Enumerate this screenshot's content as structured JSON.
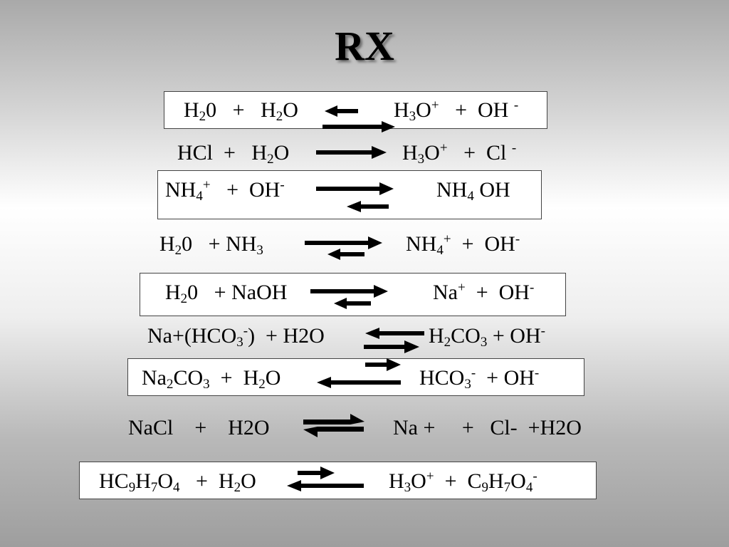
{
  "title": "RX",
  "lines": [
    {
      "lhs": [
        "H",
        {
          "sub": "2"
        },
        "0   +   H",
        {
          "sub": "2"
        },
        "O"
      ],
      "rhs": [
        "H",
        {
          "sub": "3"
        },
        "O",
        {
          "sup": "+"
        },
        "   +  OH ",
        {
          "sup": "-"
        }
      ]
    },
    {
      "lhs": [
        "HCl  +   H",
        {
          "sub": "2"
        },
        "O"
      ],
      "rhs": [
        "H",
        {
          "sub": "3"
        },
        "O",
        {
          "sup": "+"
        },
        "   +  Cl ",
        {
          "sup": "-"
        }
      ]
    },
    {
      "lhs": [
        "NH",
        {
          "sub": "4"
        },
        {
          "sup": "+"
        },
        "   +  OH",
        {
          "sup": "-"
        }
      ],
      "rhs": [
        "NH",
        {
          "sub": "4"
        },
        " OH"
      ]
    },
    {
      "lhs": [
        "H",
        {
          "sub": "2"
        },
        "0   + NH",
        {
          "sub": "3"
        }
      ],
      "rhs": [
        "NH",
        {
          "sub": "4"
        },
        {
          "sup": "+"
        },
        "  +  OH",
        {
          "sup": "-"
        }
      ]
    },
    {
      "lhs": [
        "H",
        {
          "sub": "2"
        },
        "0   + NaOH"
      ],
      "rhs": [
        "Na",
        {
          "sup": "+"
        },
        "  +  OH",
        {
          "sup": "-"
        }
      ]
    },
    {
      "lhs": [
        "Na+(HCO",
        {
          "sub": "3"
        },
        {
          "sup": "-"
        },
        ")  + H2O"
      ],
      "rhs": [
        "H",
        {
          "sub": "2"
        },
        "CO",
        {
          "sub": "3"
        },
        " + OH",
        {
          "sup": "-"
        }
      ]
    },
    {
      "lhs": [
        "Na",
        {
          "sub": "2"
        },
        "CO",
        {
          "sub": "3"
        },
        "  +  H",
        {
          "sub": "2"
        },
        "O"
      ],
      "rhs": [
        "HCO",
        {
          "sub": "3"
        },
        {
          "sup": "-"
        },
        "  + OH",
        {
          "sup": "-"
        }
      ]
    },
    {
      "lhs": [
        "NaCl    +    H2O"
      ],
      "rhs": [
        "Na +     +   Cl-  +H2O"
      ]
    },
    {
      "lhs": [
        "HC",
        {
          "sub": "9"
        },
        "H",
        {
          "sub": "7"
        },
        "O",
        {
          "sub": "4"
        },
        "   +  H",
        {
          "sub": "2"
        },
        "O"
      ],
      "rhs": [
        "H",
        {
          "sub": "3"
        },
        "O",
        {
          "sup": "+"
        },
        "  +  C",
        {
          "sub": "9"
        },
        "H",
        {
          "sub": "7"
        },
        "O",
        {
          "sub": "4"
        },
        {
          "sup": "-"
        }
      ]
    }
  ]
}
